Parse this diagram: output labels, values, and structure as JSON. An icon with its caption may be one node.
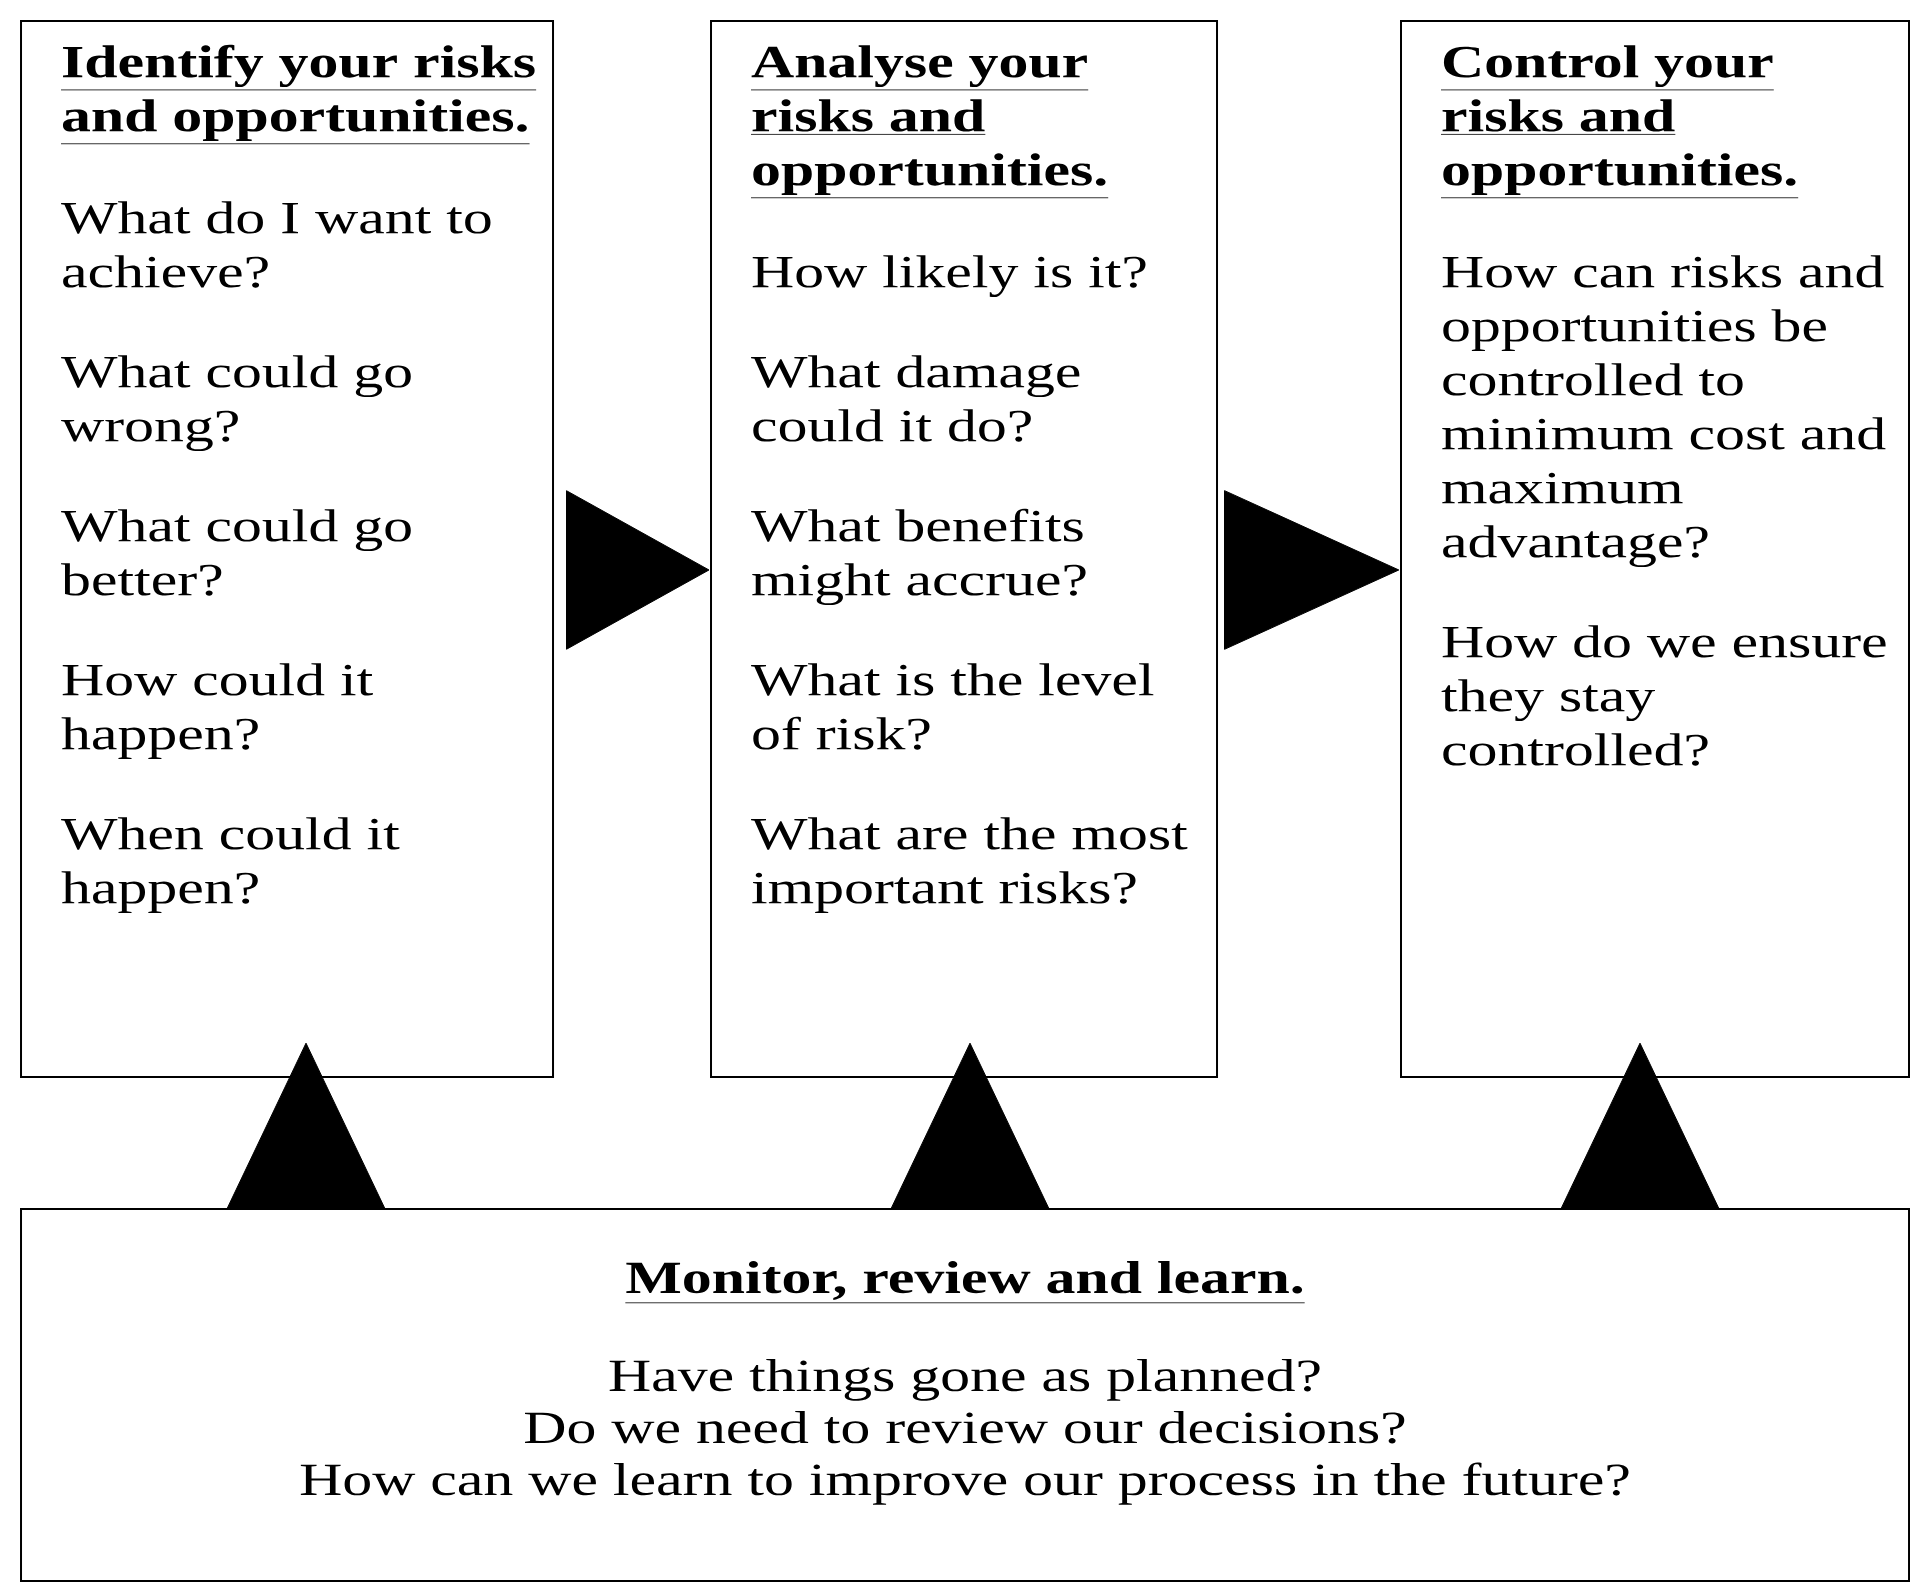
{
  "diagram": {
    "nodes": [
      {
        "text": [
          "Identify your risks and opportunities.",
          "What do I want to achieve?",
          "What could go wrong?",
          "What could go better?",
          "How could it happen?",
          "When could it happen?"
        ]
      },
      {
        "text": [
          "Analyse your risks and opportunities.",
          "How likely is it?",
          "What damage could it do?",
          "What benefits might accrue?",
          "What is the level of risk?",
          "What are the most important risks?"
        ]
      },
      {
        "text": [
          "Control your risks and opportunities.",
          "How can risks and opportunities be controlled to minimum cost and maximum advantage?",
          "How do we ensure they stay controlled?"
        ]
      },
      {
        "text": [
          "Monitor, review and learn.",
          "Have things gone as planned?",
          "Do we need to review our decisions?",
          "How can we learn to improve our process in the future?"
        ]
      }
    ],
    "edges": [
      {
        "from": 0,
        "to": 1,
        "arrow": "to"
      },
      {
        "from": 1,
        "to": 2,
        "arrow": "to"
      },
      {
        "from": 3,
        "to": 0,
        "arrow": "to"
      },
      {
        "from": 3,
        "to": 1,
        "arrow": "to"
      },
      {
        "from": 3,
        "to": 2,
        "arrow": "to"
      }
    ]
  }
}
